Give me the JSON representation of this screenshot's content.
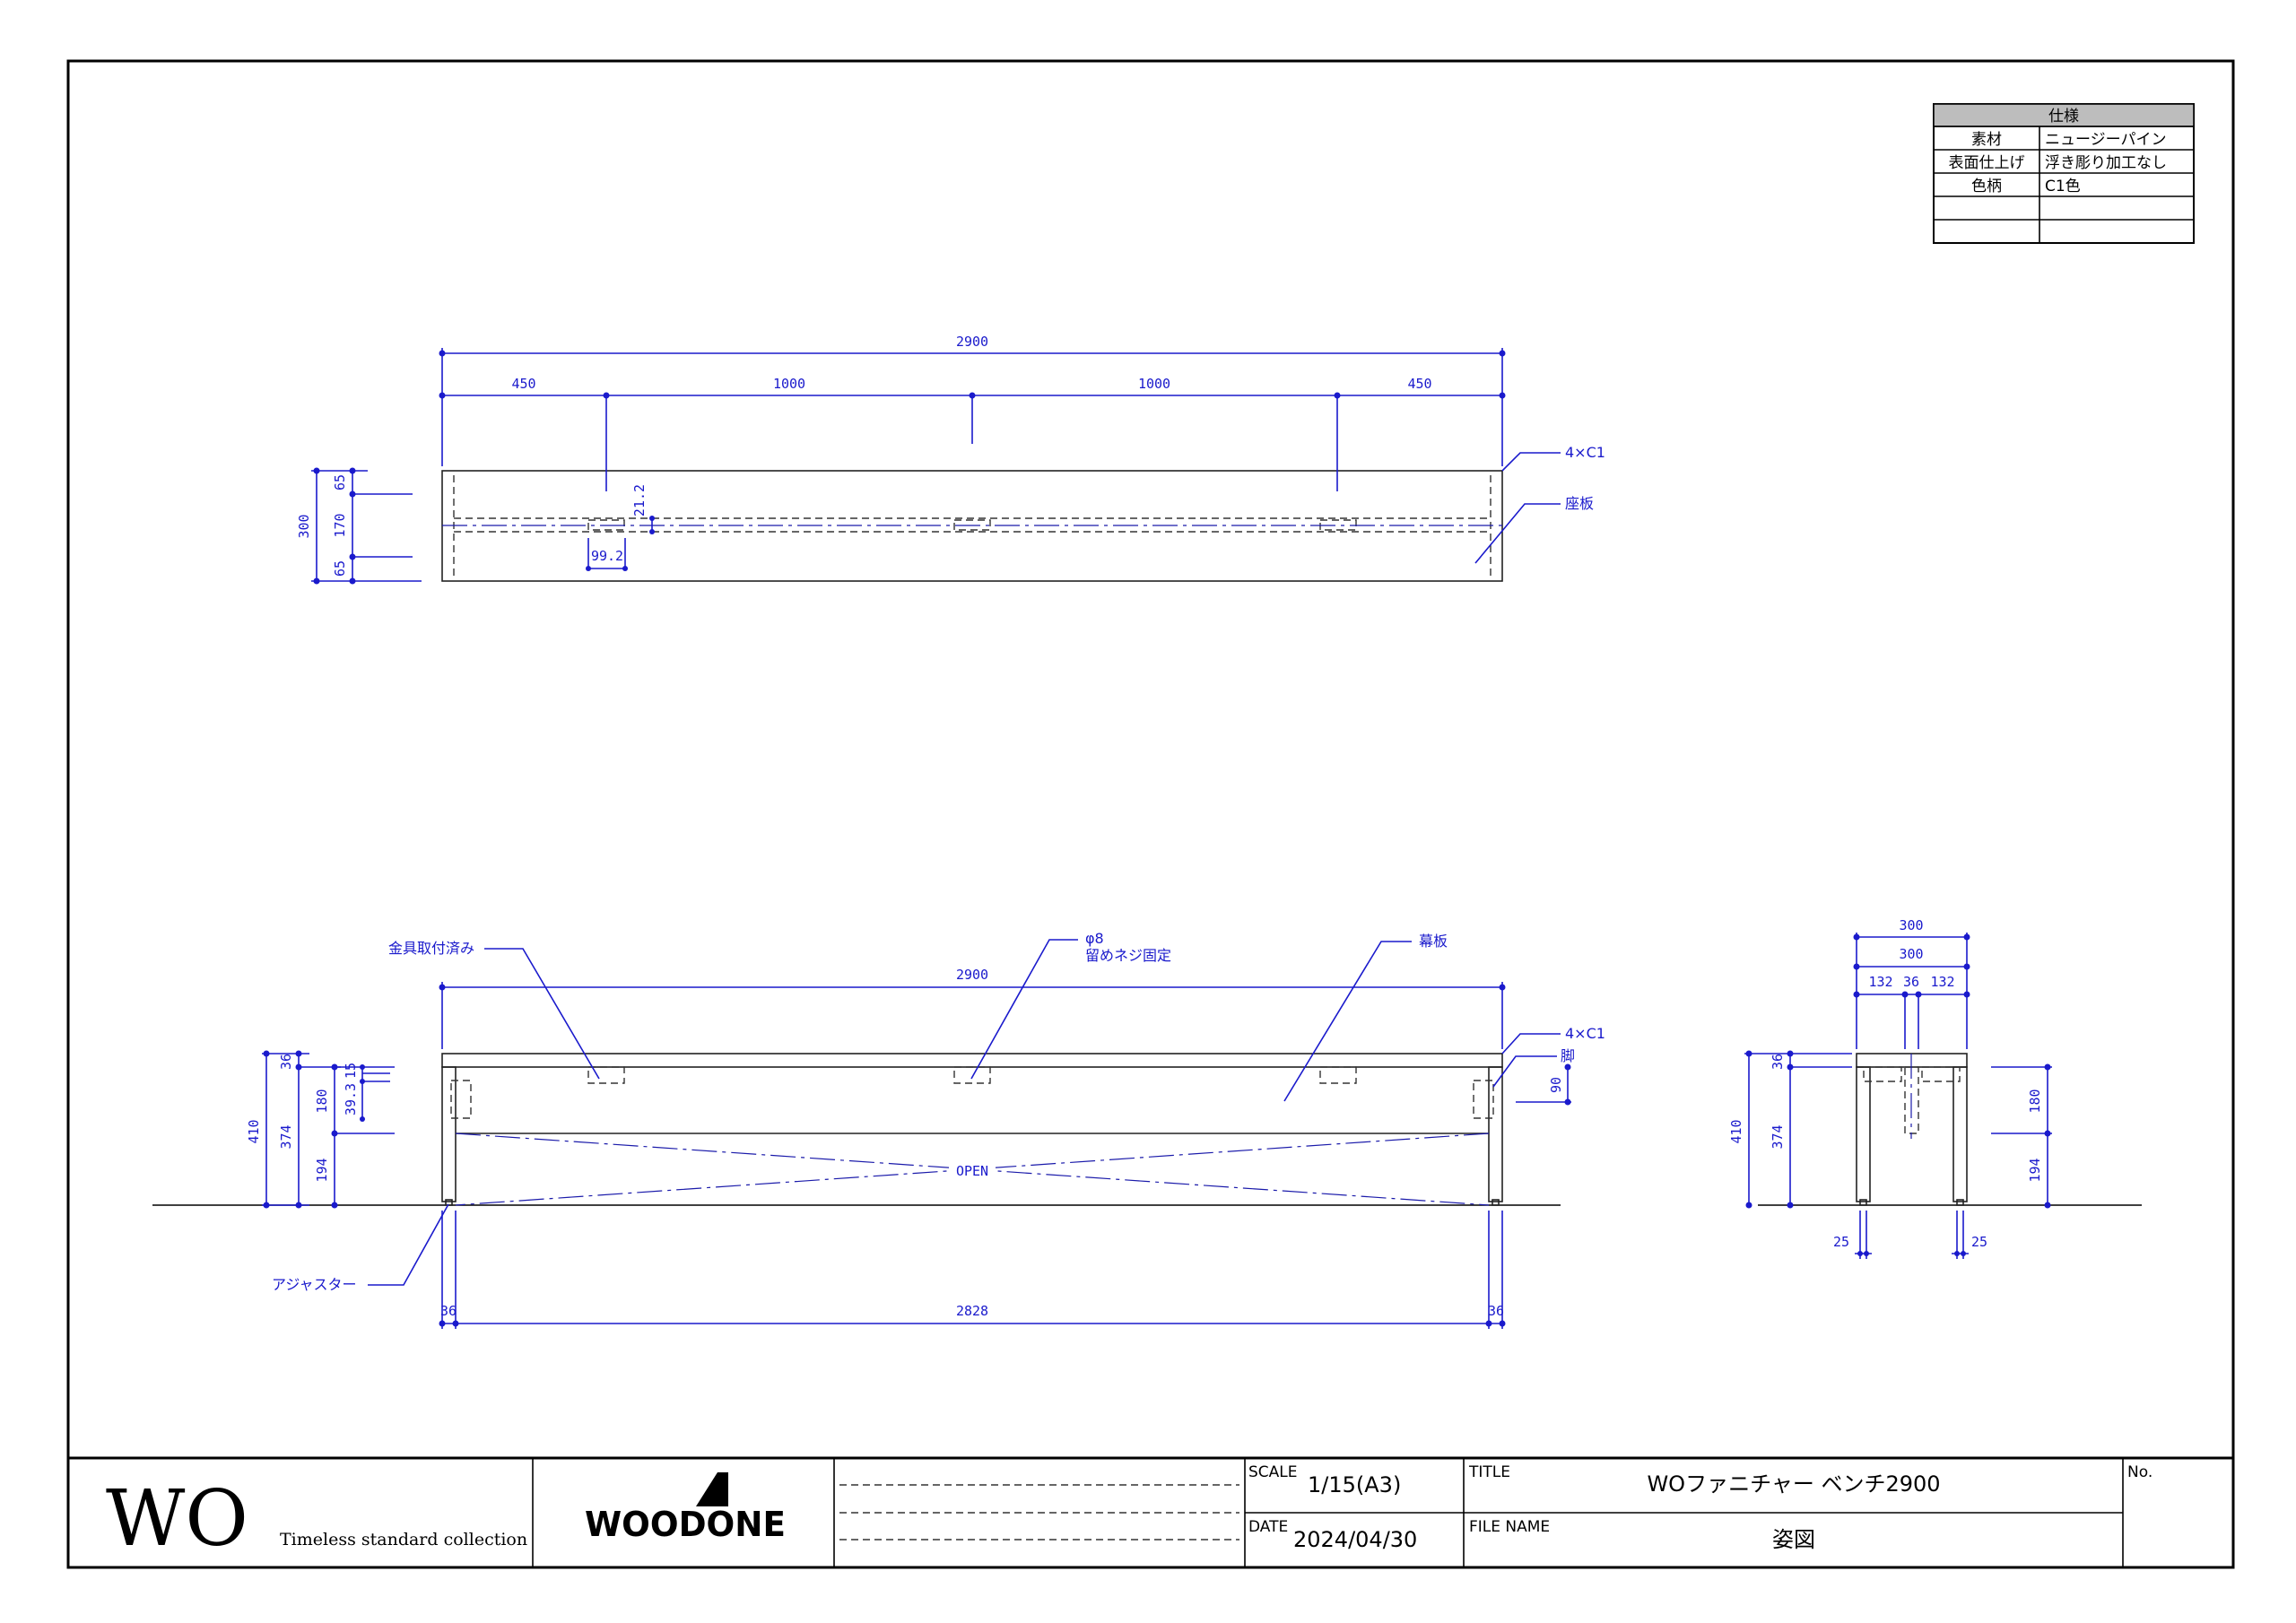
{
  "spec_table": {
    "header": "仕様",
    "rows": [
      {
        "label": "素材",
        "value": "ニュージーパイン"
      },
      {
        "label": "表面仕上げ",
        "value": "浮き彫り加工なし"
      },
      {
        "label": "色柄",
        "value": "C1色"
      },
      {
        "label": "",
        "value": ""
      },
      {
        "label": "",
        "value": ""
      }
    ]
  },
  "top_view": {
    "overall_width": "2900",
    "segments": [
      "450",
      "1000",
      "1000",
      "450"
    ],
    "depth_total": "300",
    "depth_parts": [
      "65",
      "170",
      "65"
    ],
    "hole_offset": "21.2",
    "hole_spacing": "99.2",
    "chamfer_label": "4×C1",
    "seat_label": "座板"
  },
  "front_view": {
    "overall_width": "2900",
    "inner_width": "2828",
    "leg_left": "36",
    "leg_right": "36",
    "height_total": "410",
    "height_parts": [
      "36",
      "374"
    ],
    "apron_top": "15",
    "apron_hole": "39.3",
    "apron_height": "180",
    "clearance": "194",
    "leg_detail": "90",
    "open_label": "OPEN",
    "bracket_label": "金具取付済み",
    "screw_label_1": "φ8",
    "screw_label_2": "留めネジ固定",
    "apron_label": "幕板",
    "chamfer_label": "4×C1",
    "leg_label": "脚",
    "adjuster_label": "アジャスター"
  },
  "side_view": {
    "width_outer": "300",
    "width_inner": "300",
    "parts": [
      "132",
      "36",
      "132"
    ],
    "height_total": "410",
    "height_parts": [
      "36",
      "374"
    ],
    "apron_height": "180",
    "clearance": "194",
    "adjuster_left": "25",
    "adjuster_right": "25"
  },
  "title_block": {
    "brand_mark": "WO",
    "brand_tagline": "Timeless standard collection",
    "company_logo": "WOODONE",
    "scale_label": "SCALE",
    "scale_value": "1/15(A3)",
    "date_label": "DATE",
    "date_value": "2024/04/30",
    "title_label": "TITLE",
    "title_value": "WOファニチャー ベンチ2900",
    "file_label": "FILE NAME",
    "file_value": "姿図",
    "no_label": "No."
  }
}
